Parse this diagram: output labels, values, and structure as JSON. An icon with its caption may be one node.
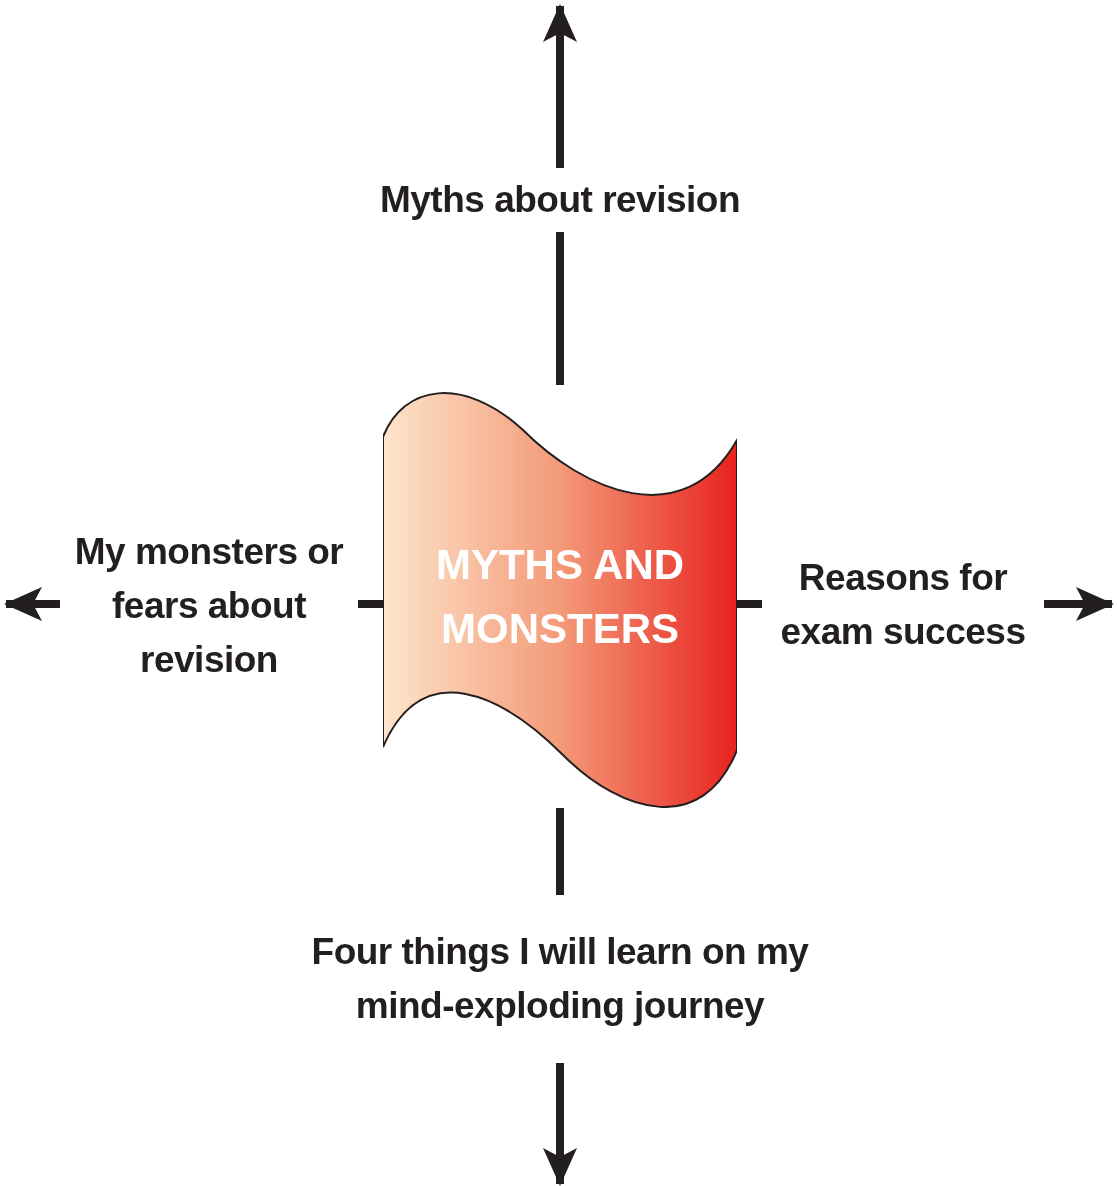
{
  "diagram": {
    "nodes": [
      {
        "text": [
          "Myths about revision"
        ]
      },
      {
        "text": [
          "My monsters or fears about revision"
        ]
      },
      {
        "text": [
          "MYTHS AND MONSTERS"
        ]
      },
      {
        "text": [
          "Reasons for exam success"
        ]
      },
      {
        "text": [
          "Four things I will learn on my mind-exploding journey"
        ]
      }
    ],
    "edges": [
      {
        "from": 2,
        "to": 0,
        "arrow": "none"
      },
      {
        "from": 0,
        "to": null,
        "arrow": "to"
      },
      {
        "from": 2,
        "to": 1,
        "arrow": "none"
      },
      {
        "from": 1,
        "to": null,
        "arrow": "to"
      },
      {
        "from": 2,
        "to": 3,
        "arrow": "none"
      },
      {
        "from": 3,
        "to": null,
        "arrow": "to"
      },
      {
        "from": 2,
        "to": 4,
        "arrow": "none"
      },
      {
        "from": 4,
        "to": null,
        "arrow": "to"
      }
    ]
  }
}
